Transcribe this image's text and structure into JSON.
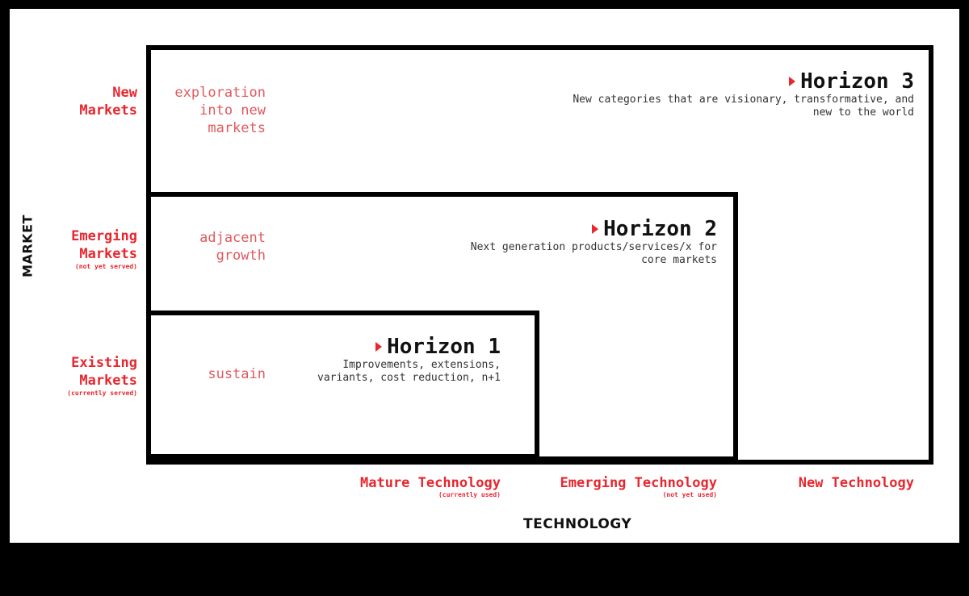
{
  "axes": {
    "y_label": "MARKET",
    "x_label": "TECHNOLOGY"
  },
  "rows": [
    {
      "label_line1": "New",
      "label_line2": "Markets",
      "sublabel": ""
    },
    {
      "label_line1": "Emerging",
      "label_line2": "Markets",
      "sublabel": "(not yet served)"
    },
    {
      "label_line1": "Existing",
      "label_line2": "Markets",
      "sublabel": "(currently served)"
    }
  ],
  "zones": [
    {
      "text": "exploration\ninto new\nmarkets"
    },
    {
      "text": "adjacent\ngrowth"
    },
    {
      "text": "sustain"
    }
  ],
  "columns": [
    {
      "label": "Mature Technology",
      "sublabel": "(currently used)"
    },
    {
      "label": "Emerging Technology",
      "sublabel": "(not yet used)"
    },
    {
      "label": "New Technology",
      "sublabel": ""
    }
  ],
  "horizons": [
    {
      "title": "Horizon 1",
      "description": "Improvements, extensions,\nvariants, cost reduction, n+1"
    },
    {
      "title": "Horizon 2",
      "description": "Next generation products/services/x for\ncore markets"
    },
    {
      "title": "Horizon 3",
      "description": "New categories that are visionary, transformative, and\nnew to the world"
    }
  ],
  "colors": {
    "accent_red": "#e8262e",
    "zone_red": "#e05a5e",
    "line": "#000000",
    "background": "#ffffff"
  }
}
